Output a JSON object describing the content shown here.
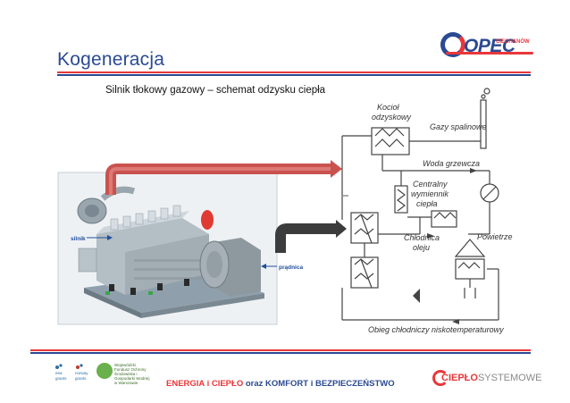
{
  "slide": {
    "title": "Kogeneracja",
    "subtitle": "Silnik tłokowy gazowy – schemat odzysku ciepła"
  },
  "header": {
    "logo": {
      "text": "OPEC",
      "sub": "CIECHANÓW"
    }
  },
  "diagram": {
    "photo_labels": {
      "engine": "silnik",
      "generator": "prądnica"
    },
    "labels": {
      "boiler_line1": "Kocioł",
      "boiler_line2": "odzyskowy",
      "exhaust": "Gazy spalinowe",
      "water": "Woda grzewcza",
      "hx_line1": "Centralny",
      "hx_line2": "wymiennik",
      "hx_line3": "ciepła",
      "oil_line1": "Chłodnica",
      "oil_line2": "oleju",
      "air": "Powietrze",
      "circuit": "Obieg chłodniczy niskotemperaturowy"
    },
    "arrow_colors": {
      "red": "#c9524f",
      "dark": "#3c3c3c"
    }
  },
  "footer": {
    "tagline_part1": "ENERGIA i CIEPŁO",
    "tagline_part2": "oraz",
    "tagline_part3": "KOMFORT i BEZPIECZEŃSTWO",
    "logo_eea_line1": "eea",
    "logo_eea_line2": "grants",
    "logo_norway_line1": "norway",
    "logo_norway_line2": "grants",
    "logo_woj": "Wojewódzki Fundusz Ochrony Środowiska i Gospodarki Wodnej w Warszawie",
    "logo_cieplo_bold": "CIEPŁO",
    "logo_cieplo_light": "SYSTEMOWE"
  },
  "colors": {
    "brand_red": "#e8383b",
    "brand_blue": "#2b4a92",
    "diagram_blue": "#2b6fa8"
  }
}
